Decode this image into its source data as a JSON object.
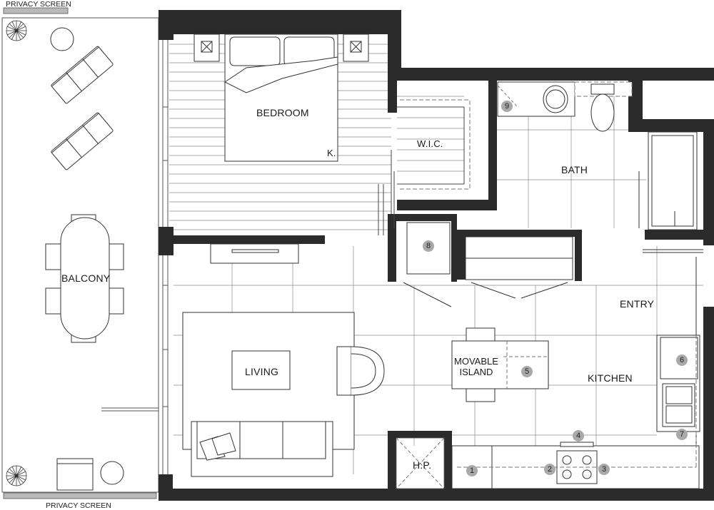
{
  "privacy_screen_top": "PRIVACY SCREEN",
  "privacy_screen_bottom": "PRIVACY SCREEN",
  "rooms": {
    "bedroom": "BEDROOM",
    "bed_size": "K.",
    "wic": "W.I.C.",
    "bath": "BATH",
    "balcony": "BALCONY",
    "living": "LIVING",
    "entry": "ENTRY",
    "kitchen": "KITCHEN",
    "hp": "H.P.",
    "island_line1": "MOVABLE",
    "island_line2": "ISLAND"
  },
  "keys": [
    "1",
    "2",
    "3",
    "4",
    "5",
    "6",
    "7",
    "8",
    "9"
  ],
  "colors": {
    "wall": "#2b2b2b",
    "screen": "#b9b9b9",
    "marker": "#a9a9a9",
    "line": "#6a6a6a"
  }
}
